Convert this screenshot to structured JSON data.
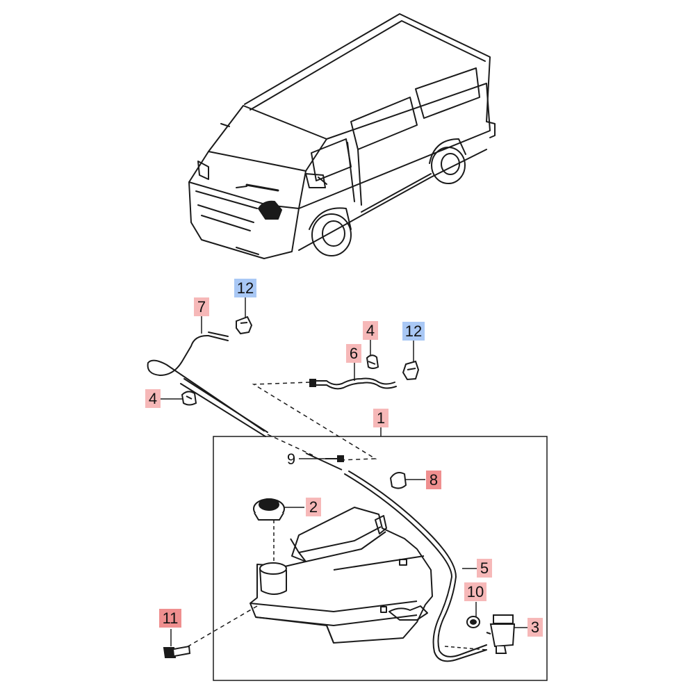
{
  "diagram": {
    "callouts": {
      "c12a": "12",
      "c7": "7",
      "c4a": "4",
      "c12b": "12",
      "c4b": "4",
      "c6": "6",
      "c1": "1",
      "c9": "9",
      "c8": "8",
      "c2": "2",
      "c5": "5",
      "c10": "10",
      "c11": "11",
      "c3": "3"
    },
    "colors": {
      "line": "#1a1a1a",
      "tag_pink": "#f6b8b8",
      "tag_red": "#ef8f8f",
      "tag_blue": "#a9c8f5"
    }
  }
}
